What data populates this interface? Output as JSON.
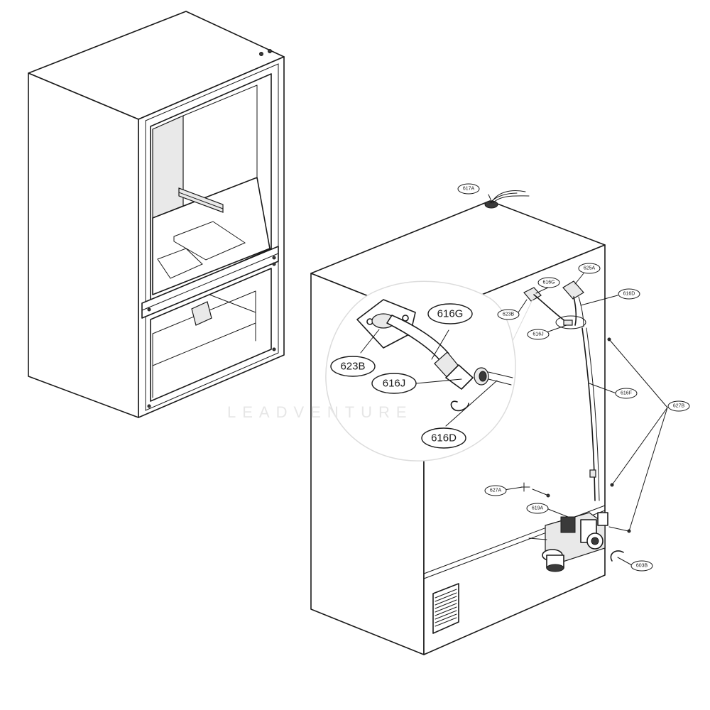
{
  "watermark": "LEADVENTURE",
  "labels": {
    "l617A": "617A",
    "l625A": "625A",
    "l616G_sm": "616G",
    "l616D_sm": "616D",
    "l623B_sm": "623B",
    "l616J_sm": "616J",
    "l616F": "616F",
    "l627B": "627B",
    "l627A": "627A",
    "l619A": "619A",
    "l603B": "603B",
    "l616G": "616G",
    "l623B": "623B",
    "l616J": "616J",
    "l616D": "616D"
  }
}
